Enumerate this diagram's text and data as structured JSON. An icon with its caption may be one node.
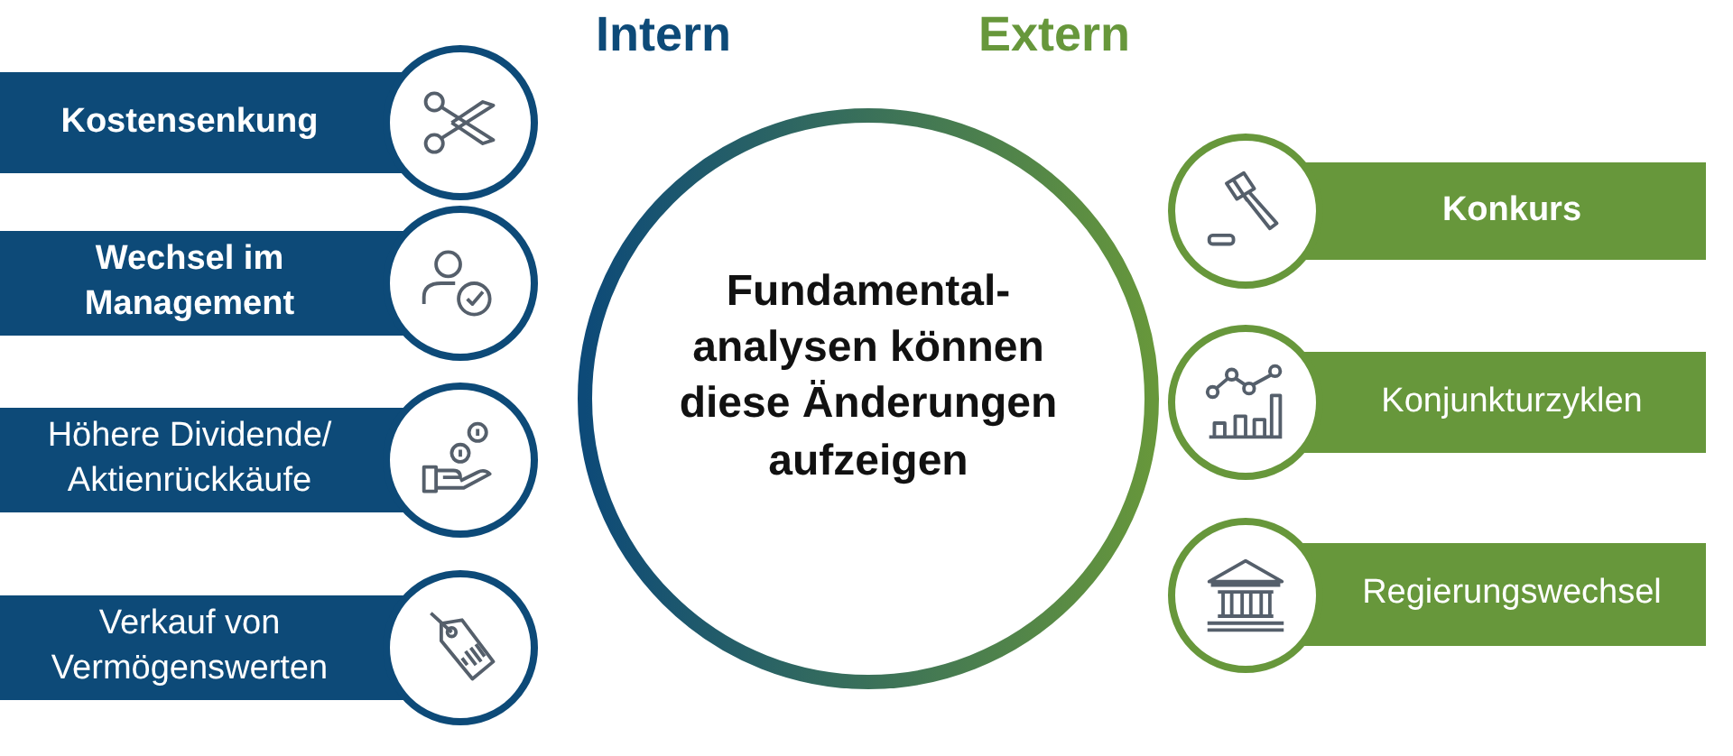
{
  "diagram": {
    "nodes": [
      {
        "text": [
          "Fundamental- analysen können diese Änderungen aufzeigen"
        ]
      },
      {
        "text": [
          "Kostensenkung"
        ]
      },
      {
        "text": [
          "Wechsel im Management"
        ]
      },
      {
        "text": [
          "Höhere Dividende/ Aktienrückkäufe"
        ]
      },
      {
        "text": [
          "Verkauf von Vermögenswerten"
        ]
      },
      {
        "text": [
          "Konkurs"
        ]
      },
      {
        "text": [
          "Konjunkturzyklen"
        ]
      },
      {
        "text": [
          "Regierungswechsel"
        ]
      }
    ],
    "labels": [
      "Intern",
      "Extern"
    ]
  }
}
